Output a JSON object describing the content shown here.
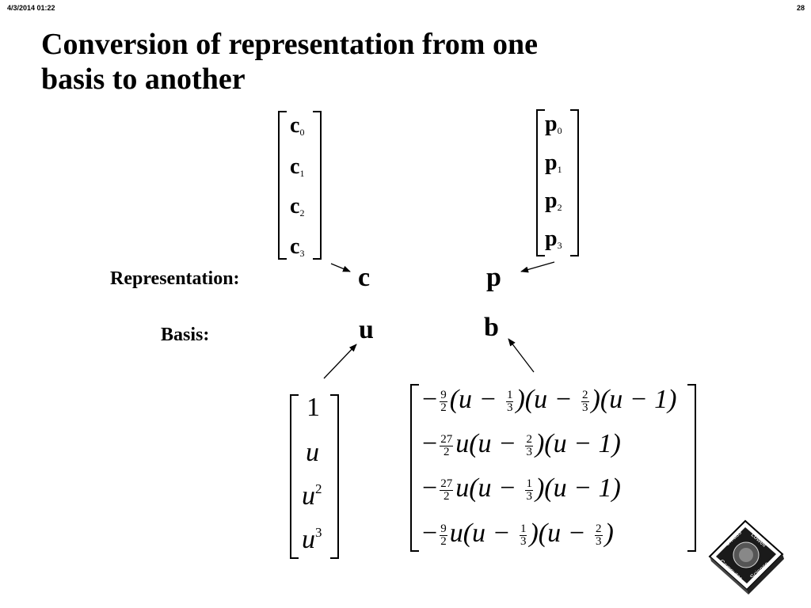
{
  "header": {
    "date": "4/3/2014  01:22",
    "page": "28"
  },
  "title": "Conversion of representation from one basis to another",
  "labels": {
    "representation": "Representation:",
    "basis": "Basis:"
  },
  "symbols": {
    "c": "c",
    "p": "p",
    "u": "u",
    "b": "b"
  },
  "vector_c": [
    {
      "base": "c",
      "sub": "0"
    },
    {
      "base": "c",
      "sub": "1"
    },
    {
      "base": "c",
      "sub": "2"
    },
    {
      "base": "c",
      "sub": "3"
    }
  ],
  "vector_p": [
    {
      "base": "p",
      "sub": "0"
    },
    {
      "base": "p",
      "sub": "1"
    },
    {
      "base": "p",
      "sub": "2"
    },
    {
      "base": "p",
      "sub": "3"
    }
  ],
  "monomials": [
    {
      "base": "1",
      "sup": ""
    },
    {
      "base": "u",
      "sup": ""
    },
    {
      "base": "u",
      "sup": "2"
    },
    {
      "base": "u",
      "sup": "3"
    }
  ],
  "bernstein": [
    {
      "sign": "−",
      "num": "9",
      "den": "2",
      "pre": "(u − ",
      "f1num": "1",
      "f1den": "3",
      "mid": ")(u − ",
      "f2num": "2",
      "f2den": "3",
      "post": ")(u − 1)"
    },
    {
      "sign": "−",
      "num": "27",
      "den": "2",
      "pre": "u(u − ",
      "f1num": "2",
      "f1den": "3",
      "mid": ")(u − 1)",
      "f2num": "",
      "f2den": "",
      "post": ""
    },
    {
      "sign": "−",
      "num": "27",
      "den": "2",
      "pre": "u(u − ",
      "f1num": "1",
      "f1den": "3",
      "mid": ")(u − 1)",
      "f2num": "",
      "f2den": "",
      "post": ""
    },
    {
      "sign": "−",
      "num": "9",
      "den": "2",
      "pre": "u(u − ",
      "f1num": "1",
      "f1den": "3",
      "mid": ")(u − ",
      "f2num": "2",
      "f2den": "3",
      "post": ")"
    }
  ],
  "logo": {
    "line1": "UMass",
    "line2": "Lowell",
    "line3": "Computer",
    "line4": "Science"
  }
}
